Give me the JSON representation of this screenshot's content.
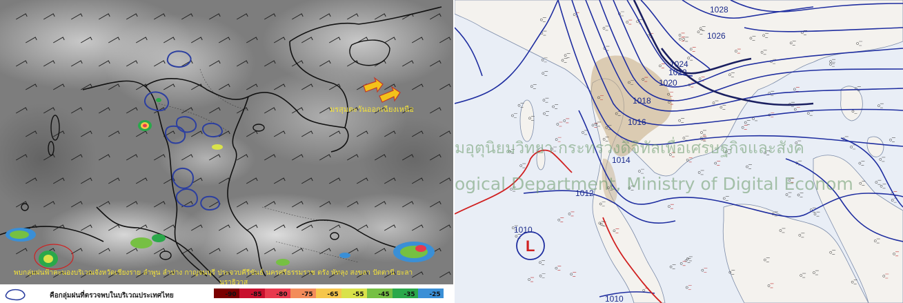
{
  "satellite_panel": {
    "annotation_north": "มรสุมตะวันออกเฉียงเหนือ",
    "annotation_south_line1": "พบกลุ่มฝนฟ้าคะนองบริเวณจังหวัดเชียงราย ลำพูน ลำปาง กาญจนบุรี ประจวบคีรีขันธ์ นครศรีธรรมราช ตรัง พัทลุง สงขลา ปัตตานี ยะลา",
    "annotation_south_line2": "นราธิวาส",
    "legend": {
      "label": "คือกลุ่มฝนที่ตรวจพบในบริเวณประเทศไทย",
      "bins": [
        {
          "value": "-90",
          "color": "#7a0000"
        },
        {
          "value": "-85",
          "color": "#c8102e"
        },
        {
          "value": "-80",
          "color": "#e8394d"
        },
        {
          "value": "-75",
          "color": "#f38c5a"
        },
        {
          "value": "-65",
          "color": "#f6c64b"
        },
        {
          "value": "-55",
          "color": "#d9e24a"
        },
        {
          "value": "-45",
          "color": "#76c043"
        },
        {
          "value": "-35",
          "color": "#2aa84a"
        },
        {
          "value": "-25",
          "color": "#3a8fd6"
        }
      ]
    }
  },
  "pressure_panel": {
    "watermark_line1": "มอุตุนิยมวิทยา กระทรวงดิจิทัลเพื่อเศรษฐกิจและสังค",
    "watermark_line2": "ogical Department, Ministry of Digital Econom",
    "low_symbol": "L",
    "isobar_labels": [
      {
        "value": "1028"
      },
      {
        "value": "1026"
      },
      {
        "value": "1024"
      },
      {
        "value": "1022"
      },
      {
        "value": "1020"
      },
      {
        "value": "1018"
      },
      {
        "value": "1016"
      },
      {
        "value": "1014"
      },
      {
        "value": "1012"
      },
      {
        "value": "1010"
      },
      {
        "value": "1010"
      }
    ],
    "colors": {
      "isobar": "#1f2ea0",
      "low_line": "#d02020",
      "land": "#f4f2ee",
      "sea": "#e9eef6",
      "shade": "#c9b08a",
      "watermark": "#6a9a6a"
    }
  }
}
